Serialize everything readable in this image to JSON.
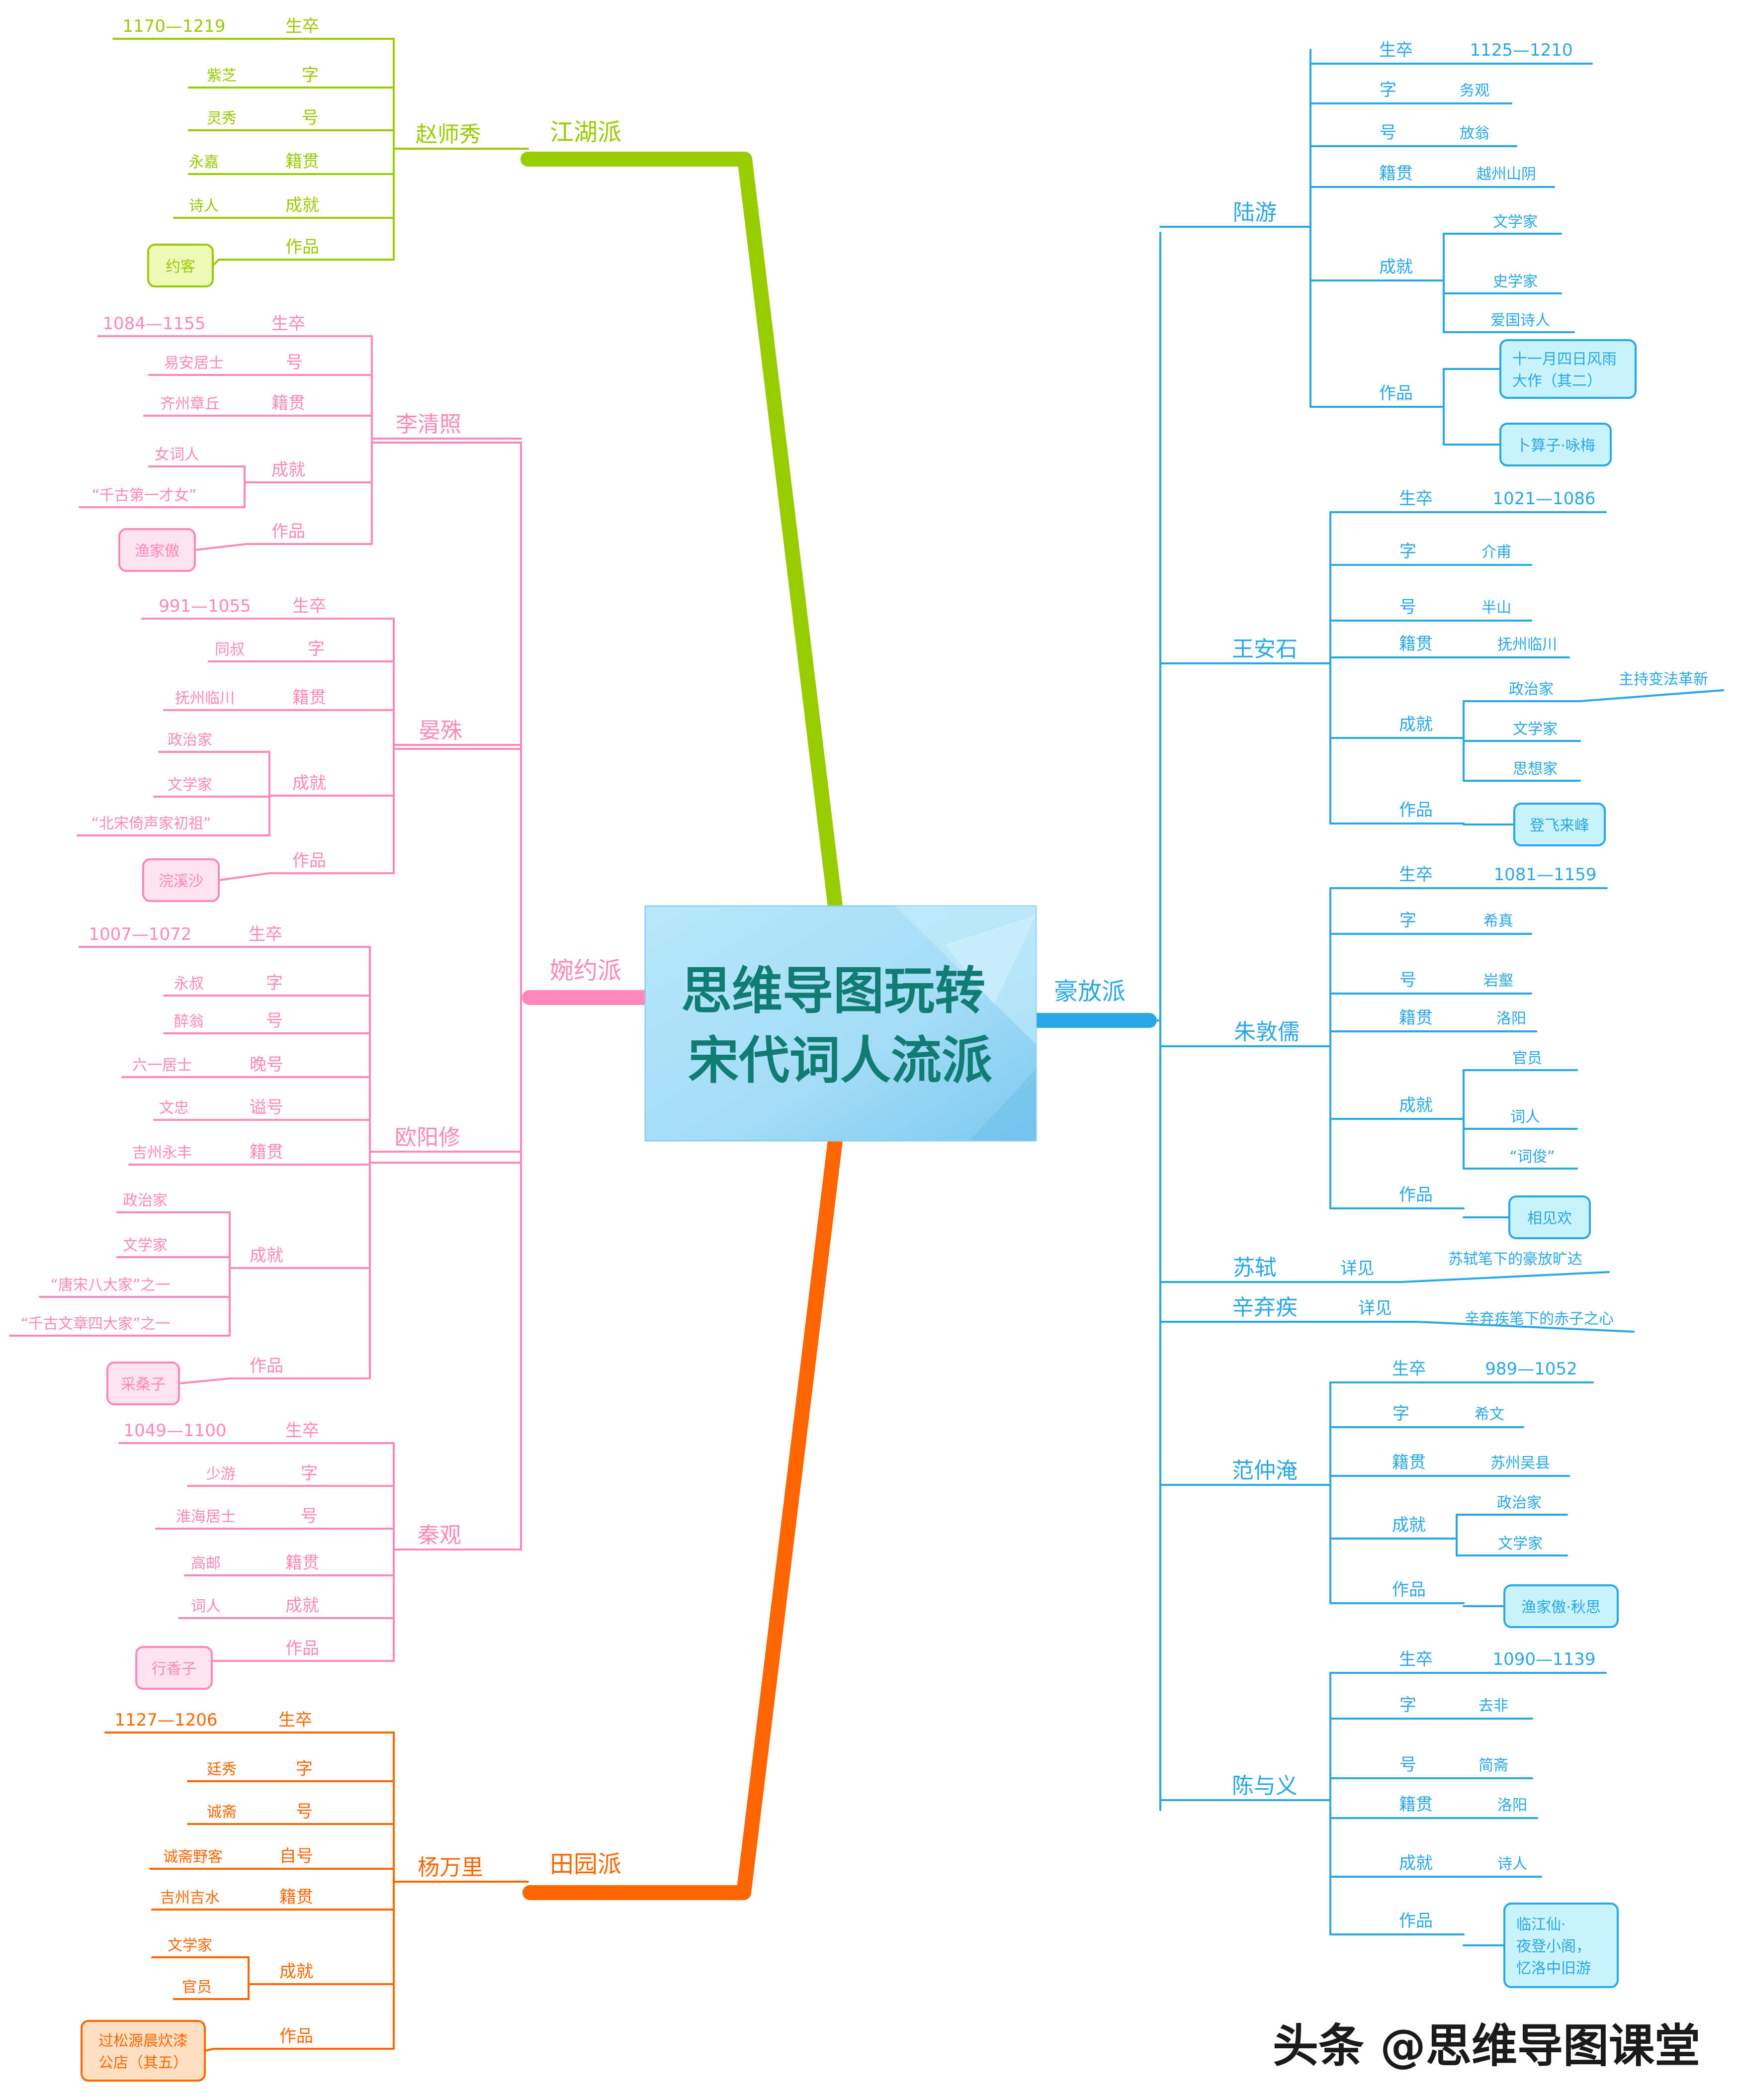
{
  "title_lines": [
    "思维导图玩转",
    "宋代词人流派"
  ],
  "watermark": "头条 @思维导图课堂",
  "colors": {
    "jianghu": "#99cc00",
    "wanyue": "#ff88bb",
    "haofang": "#2aa7e6",
    "tianyuan": "#ff6600",
    "center_bg": "#a8e0f8",
    "center_text": "#117c74"
  },
  "branches": [
    {
      "id": "jianghu",
      "school": "江湖派",
      "poets": [
        {
          "name": "赵师秀",
          "attrs": [
            {
              "key": "生卒",
              "values": [
                "1170—1219"
              ]
            },
            {
              "key": "字",
              "values": [
                "紫芝"
              ]
            },
            {
              "key": "号",
              "values": [
                "灵秀"
              ]
            },
            {
              "key": "籍贯",
              "values": [
                "永嘉"
              ]
            },
            {
              "key": "成就",
              "values": [
                "诗人"
              ]
            },
            {
              "key": "作品",
              "works": [
                "约客"
              ]
            }
          ]
        }
      ]
    },
    {
      "id": "wanyue",
      "school": "婉约派",
      "poets": [
        {
          "name": "李清照",
          "attrs": [
            {
              "key": "生卒",
              "values": [
                "1084—1155"
              ]
            },
            {
              "key": "号",
              "values": [
                "易安居士"
              ]
            },
            {
              "key": "籍贯",
              "values": [
                "齐州章丘"
              ]
            },
            {
              "key": "成就",
              "values": [
                "女词人",
                "“千古第一才女”"
              ]
            },
            {
              "key": "作品",
              "works": [
                "渔家傲"
              ]
            }
          ]
        },
        {
          "name": "晏殊",
          "attrs": [
            {
              "key": "生卒",
              "values": [
                "991—1055"
              ]
            },
            {
              "key": "字",
              "values": [
                "同叔"
              ]
            },
            {
              "key": "籍贯",
              "values": [
                "抚州临川"
              ]
            },
            {
              "key": "成就",
              "values": [
                "政治家",
                "文学家",
                "“北宋倚声家初祖”"
              ]
            },
            {
              "key": "作品",
              "works": [
                "浣溪沙"
              ]
            }
          ]
        },
        {
          "name": "欧阳修",
          "attrs": [
            {
              "key": "生卒",
              "values": [
                "1007—1072"
              ]
            },
            {
              "key": "字",
              "values": [
                "永叔"
              ]
            },
            {
              "key": "号",
              "values": [
                "醉翁"
              ]
            },
            {
              "key": "晚号",
              "values": [
                "六一居士"
              ]
            },
            {
              "key": "谥号",
              "values": [
                "文忠"
              ]
            },
            {
              "key": "籍贯",
              "values": [
                "吉州永丰"
              ]
            },
            {
              "key": "成就",
              "values": [
                "政治家",
                "文学家",
                "“唐宋八大家”之一",
                "“千古文章四大家”之一"
              ]
            },
            {
              "key": "作品",
              "works": [
                "采桑子"
              ]
            }
          ]
        },
        {
          "name": "秦观",
          "attrs": [
            {
              "key": "生卒",
              "values": [
                "1049—1100"
              ]
            },
            {
              "key": "字",
              "values": [
                "少游"
              ]
            },
            {
              "key": "号",
              "values": [
                "淮海居士"
              ]
            },
            {
              "key": "籍贯",
              "values": [
                "高邮"
              ]
            },
            {
              "key": "成就",
              "values": [
                "词人"
              ]
            },
            {
              "key": "作品",
              "works": [
                "行香子"
              ]
            }
          ]
        }
      ]
    },
    {
      "id": "tianyuan",
      "school": "田园派",
      "poets": [
        {
          "name": "杨万里",
          "attrs": [
            {
              "key": "生卒",
              "values": [
                "1127—1206"
              ]
            },
            {
              "key": "字",
              "values": [
                "廷秀"
              ]
            },
            {
              "key": "号",
              "values": [
                "诚斋"
              ]
            },
            {
              "key": "自号",
              "values": [
                "诚斋野客"
              ]
            },
            {
              "key": "籍贯",
              "values": [
                "吉州吉水"
              ]
            },
            {
              "key": "成就",
              "values": [
                "文学家",
                "官员"
              ]
            },
            {
              "key": "作品",
              "works": [
                "过松源晨炊漆公店（其五）"
              ]
            }
          ]
        }
      ]
    },
    {
      "id": "haofang",
      "school": "豪放派",
      "poets": [
        {
          "name": "陆游",
          "attrs": [
            {
              "key": "生卒",
              "values": [
                "1125—1210"
              ]
            },
            {
              "key": "字",
              "values": [
                "务观"
              ]
            },
            {
              "key": "号",
              "values": [
                "放翁"
              ]
            },
            {
              "key": "籍贯",
              "values": [
                "越州山阴"
              ]
            },
            {
              "key": "成就",
              "values": [
                "文学家",
                "史学家",
                "爱国诗人"
              ]
            },
            {
              "key": "作品",
              "works": [
                "十一月四日风雨大作（其二）",
                "卜算子·咏梅"
              ]
            }
          ]
        },
        {
          "name": "王安石",
          "attrs": [
            {
              "key": "生卒",
              "values": [
                "1021—1086"
              ]
            },
            {
              "key": "字",
              "values": [
                "介甫"
              ]
            },
            {
              "key": "号",
              "values": [
                "半山"
              ]
            },
            {
              "key": "籍贯",
              "values": [
                "抚州临川"
              ]
            },
            {
              "key": "成就",
              "values": [
                "政治家",
                "文学家",
                "思想家"
              ],
              "extra": "主持变法革新"
            },
            {
              "key": "作品",
              "works": [
                "登飞来峰"
              ]
            }
          ]
        },
        {
          "name": "朱敦儒",
          "attrs": [
            {
              "key": "生卒",
              "values": [
                "1081—1159"
              ]
            },
            {
              "key": "字",
              "values": [
                "希真"
              ]
            },
            {
              "key": "号",
              "values": [
                "岩壑"
              ]
            },
            {
              "key": "籍贯",
              "values": [
                "洛阳"
              ]
            },
            {
              "key": "成就",
              "values": [
                "官员",
                "词人",
                "“词俊”"
              ]
            },
            {
              "key": "作品",
              "works": [
                "相见欢"
              ]
            }
          ]
        },
        {
          "name": "苏轼",
          "attrs": [
            {
              "key": "详见",
              "values": [
                "苏轼笔下的豪放旷达"
              ]
            }
          ]
        },
        {
          "name": "辛弃疾",
          "attrs": [
            {
              "key": "详见",
              "values": [
                "辛弃疾笔下的赤子之心"
              ]
            }
          ]
        },
        {
          "name": "范仲淹",
          "attrs": [
            {
              "key": "生卒",
              "values": [
                "989—1052"
              ]
            },
            {
              "key": "字",
              "values": [
                "希文"
              ]
            },
            {
              "key": "籍贯",
              "values": [
                "苏州吴县"
              ]
            },
            {
              "key": "成就",
              "values": [
                "政治家",
                "文学家"
              ]
            },
            {
              "key": "作品",
              "works": [
                "渔家傲·秋思"
              ]
            }
          ]
        },
        {
          "name": "陈与义",
          "attrs": [
            {
              "key": "生卒",
              "values": [
                "1090—1139"
              ]
            },
            {
              "key": "字",
              "values": [
                "去非"
              ]
            },
            {
              "key": "号",
              "values": [
                "简斋"
              ]
            },
            {
              "key": "籍贯",
              "values": [
                "洛阳"
              ]
            },
            {
              "key": "成就",
              "values": [
                "诗人"
              ]
            },
            {
              "key": "作品",
              "works": [
                "临江仙·夜登小阁，忆洛中旧游"
              ]
            }
          ]
        }
      ]
    }
  ]
}
